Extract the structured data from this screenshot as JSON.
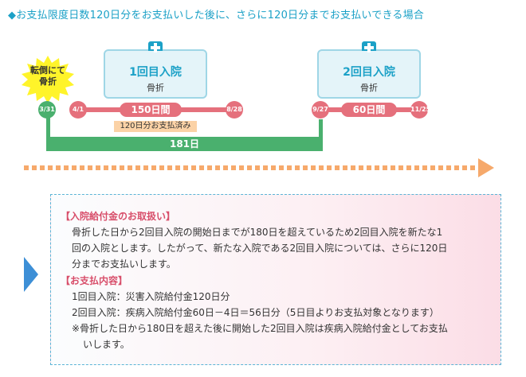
{
  "title": "◆お支払限度日数120日分をお支払いした後に、さらに120日分までお支払いできる場合",
  "burst": {
    "line1": "転倒にて",
    "line2": "骨折"
  },
  "admission1": {
    "title": "1回目入院",
    "sub": "骨折"
  },
  "admission2": {
    "title": "2回目入院",
    "sub": "骨折"
  },
  "dates": {
    "d1": "3/31",
    "d2": "4/1",
    "d3": "8/28",
    "d4": "9/27",
    "d5": "11/25"
  },
  "periods": {
    "p1": "150日間",
    "p2": "60日間",
    "paid": "120日分お支払済み",
    "total": "181日"
  },
  "panel": {
    "heading1": "【入院給付金のお取扱い】",
    "body1_line1": "骨折した日から2回目入院の開始日までが180日を超えているため2回目入院を新たな1",
    "body1_line2": "回の入院とします。したがって、新たな入院である2回目入院については、さらに120日",
    "body1_line3": "分までお支払いします。",
    "heading2": "【お支払内容】",
    "item1": "1回目入院：災害入院給付金120日分",
    "item2": "2回目入院：疾病入院給付金60日－4日＝56日分（5日目よりお支払対象となります）",
    "note_line1": "※骨折した日から180日を超えた後に開始した2回目入院は疾病入院給付金としてお支払",
    "note_line2": "いします。"
  },
  "colors": {
    "accent": "#1ca1c7",
    "pink": "#e5707c",
    "green": "#4ab06e",
    "orange": "#f6a96b",
    "heading": "#d84e6a"
  }
}
